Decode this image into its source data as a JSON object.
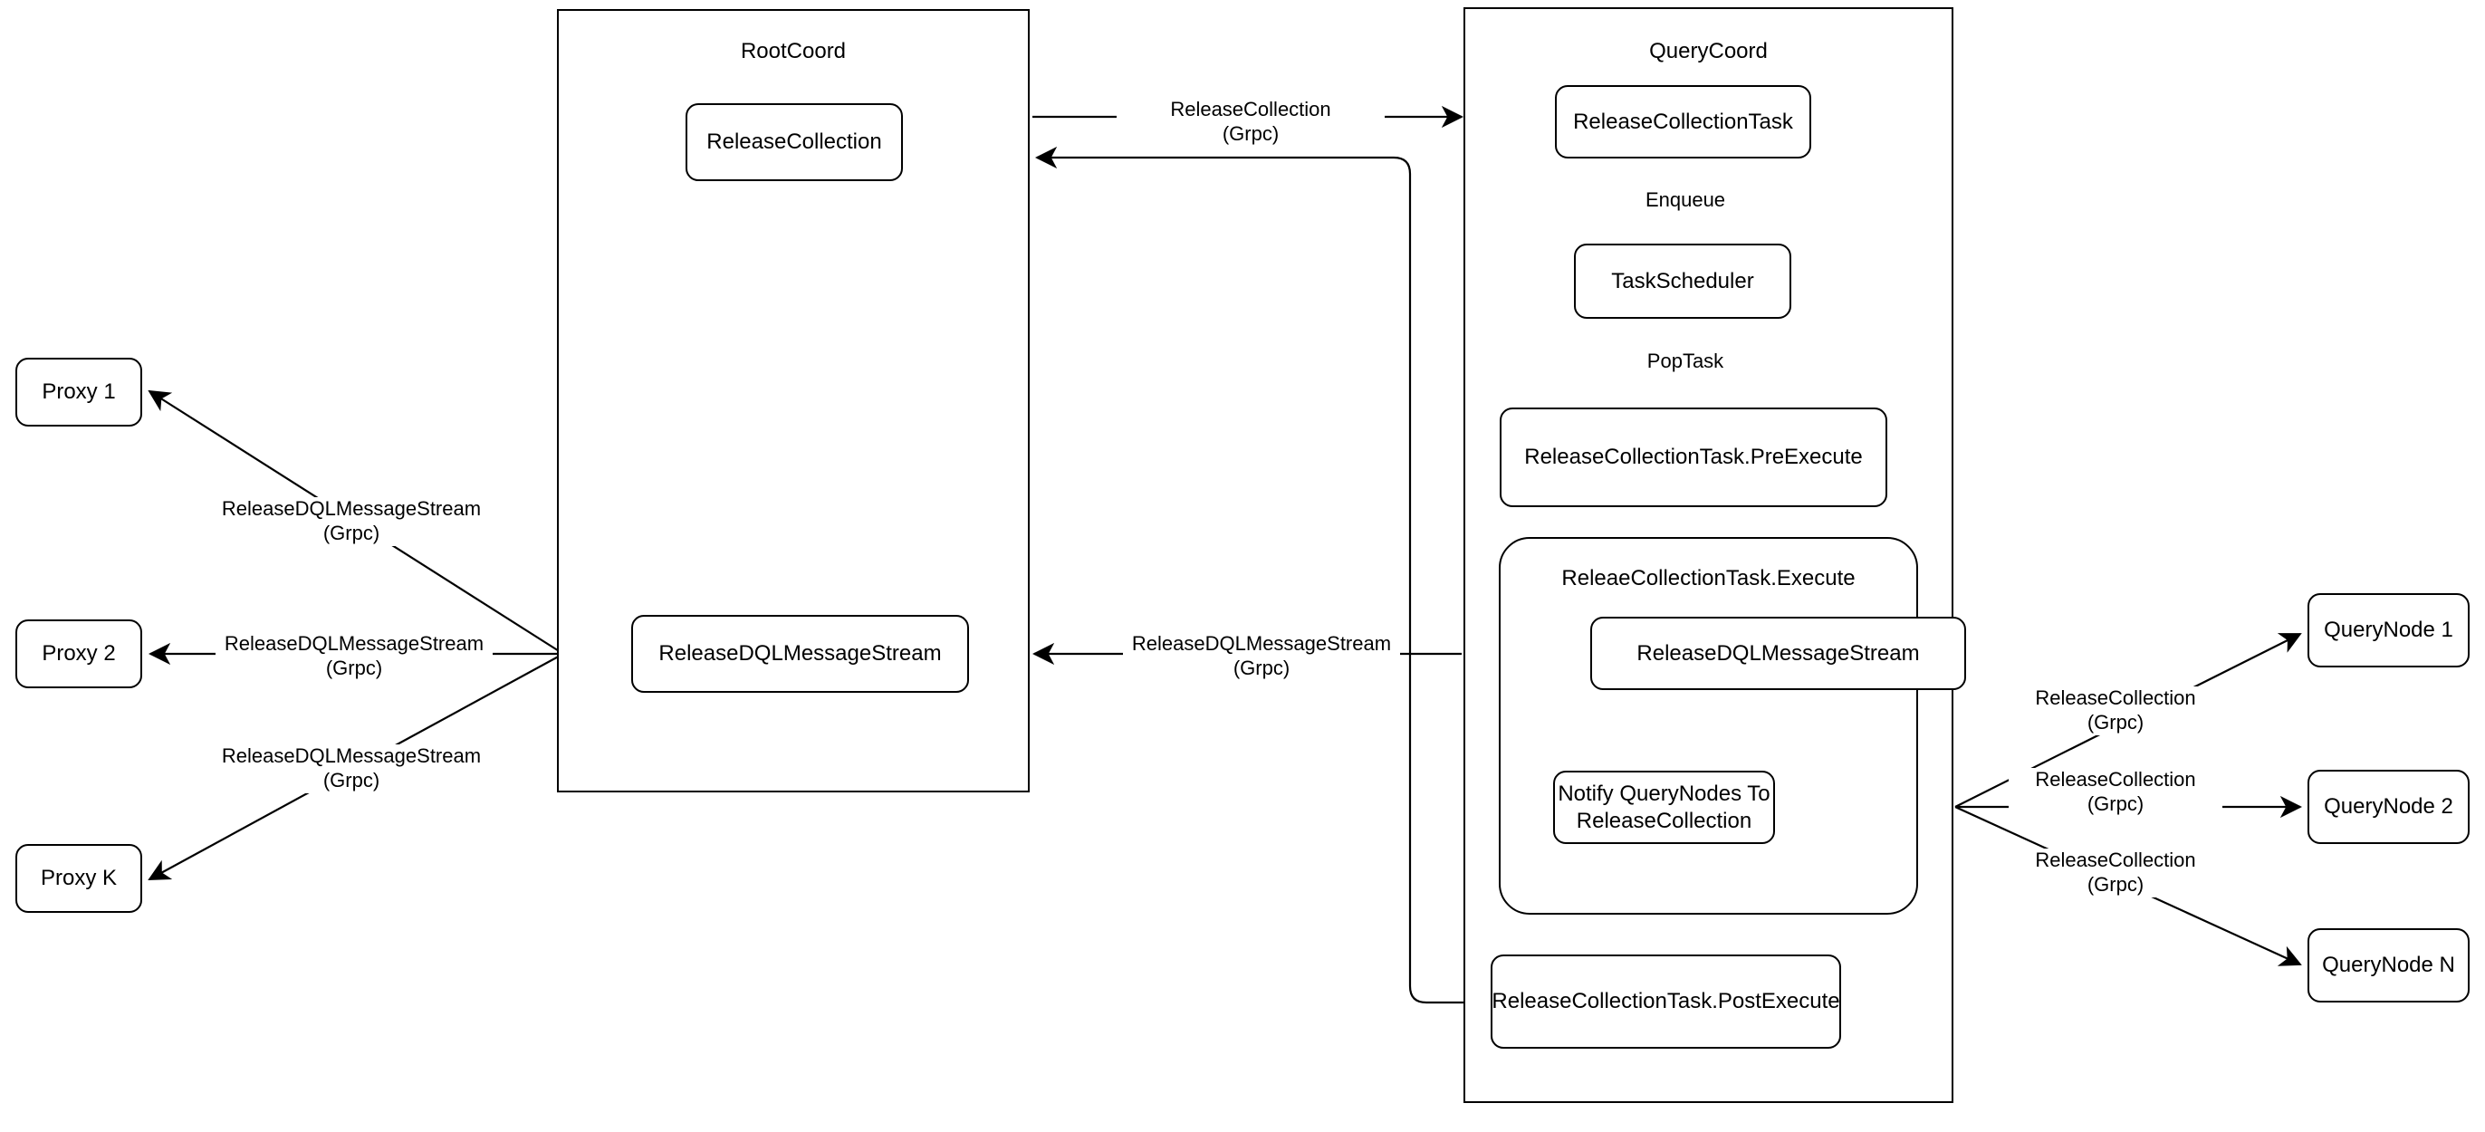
{
  "diagram": {
    "title_hidden": "Milvus ReleaseCollection flow",
    "containers": [
      {
        "name": "root-coord",
        "label": "RootCoord"
      },
      {
        "name": "query-coord",
        "label": "QueryCoord"
      }
    ],
    "groups": [
      {
        "name": "execute-group",
        "label": "ReleaeCollectionTask.Execute"
      }
    ],
    "nodes": {
      "proxy_1": "Proxy 1",
      "proxy_2": "Proxy 2",
      "proxy_k": "Proxy K",
      "root_release_collection": "ReleaseCollection",
      "root_release_dql": "ReleaseDQLMessageStream",
      "release_collection_task": "ReleaseCollectionTask",
      "task_scheduler": "TaskScheduler",
      "pre_execute": "ReleaseCollectionTask.PreExecute",
      "execute_release_dql": "ReleaseDQLMessageStream",
      "notify_querynodes": "Notify QueryNodes To ReleaseCollection",
      "notify_querynodes_line1": "Notify QueryNodes To",
      "notify_querynodes_line2": "ReleaseCollection",
      "post_execute": "ReleaseCollectionTask.PostExecute",
      "query_node_1": "QueryNode 1",
      "query_node_2": "QueryNode 2",
      "query_node_n": "QueryNode N"
    },
    "edge_labels": {
      "release_collection_grpc_l1": "ReleaseCollection",
      "release_collection_grpc_l2": "(Grpc)",
      "release_dql_grpc_l1": "ReleaseDQLMessageStream",
      "release_dql_grpc_l2": "(Grpc)",
      "enqueue": "Enqueue",
      "pop_task": "PopTask"
    },
    "colors": {
      "stroke": "#000000",
      "background": "#ffffff",
      "text": "#000000"
    }
  }
}
